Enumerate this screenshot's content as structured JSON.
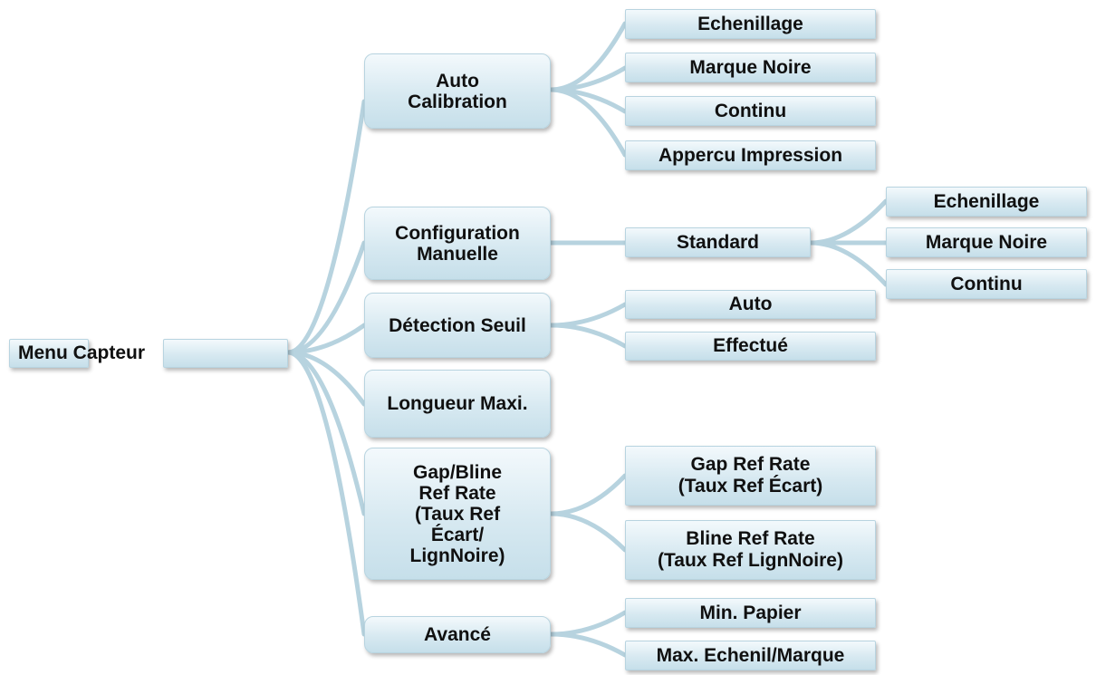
{
  "root": {
    "label": "Menu Capteur"
  },
  "level1": {
    "auto_calibration": "Auto\nCalibration",
    "config_manuelle": "Configuration\nManuelle",
    "detection_seuil": "Détection Seuil",
    "longueur_maxi": "Longueur Maxi.",
    "gap_bline": "Gap/Bline\nRef Rate\n(Taux Ref\nÉcart/\nLignNoire)",
    "avance": "Avancé"
  },
  "auto_calibration_children": [
    "Echenillage",
    "Marque Noire",
    "Continu",
    "Appercu Impression"
  ],
  "config_manuelle_children": [
    "Standard"
  ],
  "standard_children": [
    "Echenillage",
    "Marque Noire",
    "Continu"
  ],
  "detection_seuil_children": [
    "Auto",
    "Effectué"
  ],
  "gap_bline_children": [
    "Gap Ref Rate\n(Taux Ref Écart)",
    "Bline Ref Rate\n(Taux Ref LignNoire)"
  ],
  "avance_children": [
    "Min. Papier",
    "Max. Echenil/Marque"
  ],
  "colors": {
    "box_fill": "#d7e9f1",
    "box_border": "#b8d4e0",
    "connector": "#b7d3df"
  }
}
